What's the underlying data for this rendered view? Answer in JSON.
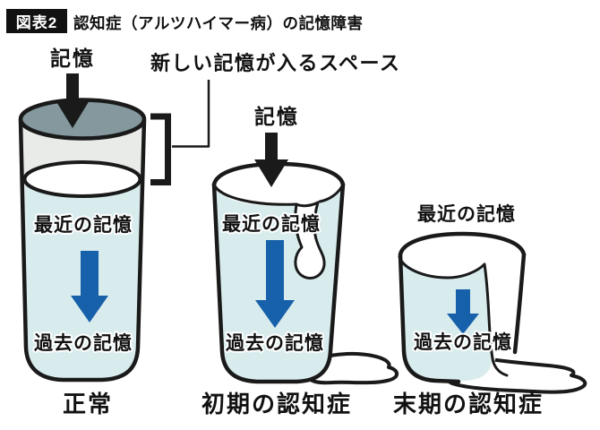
{
  "header": {
    "tag": "図表2",
    "title": "認知症（アルツハイマー病）の記憶障害"
  },
  "annotations": {
    "space_label": "新しい記憶が入るスペース",
    "memory_in_1": "記憶",
    "memory_in_2": "記憶"
  },
  "cups": [
    {
      "state": "normal",
      "recent": "最近の記憶",
      "past": "過去の記憶",
      "caption": "正常"
    },
    {
      "state": "early-dementia",
      "recent": "最近の記憶",
      "past": "過去の記憶",
      "caption": "初期の認知症"
    },
    {
      "state": "late-dementia",
      "recent": "最近の記憶",
      "past": "過去の記憶",
      "caption": "末期の認知症"
    }
  ],
  "colors": {
    "outline": "#1a1a1a",
    "water": "#d8ecee",
    "glass_empty": "#e9ebe9",
    "cup_top": "#84989d",
    "arrow_blue": "#1760aa"
  }
}
